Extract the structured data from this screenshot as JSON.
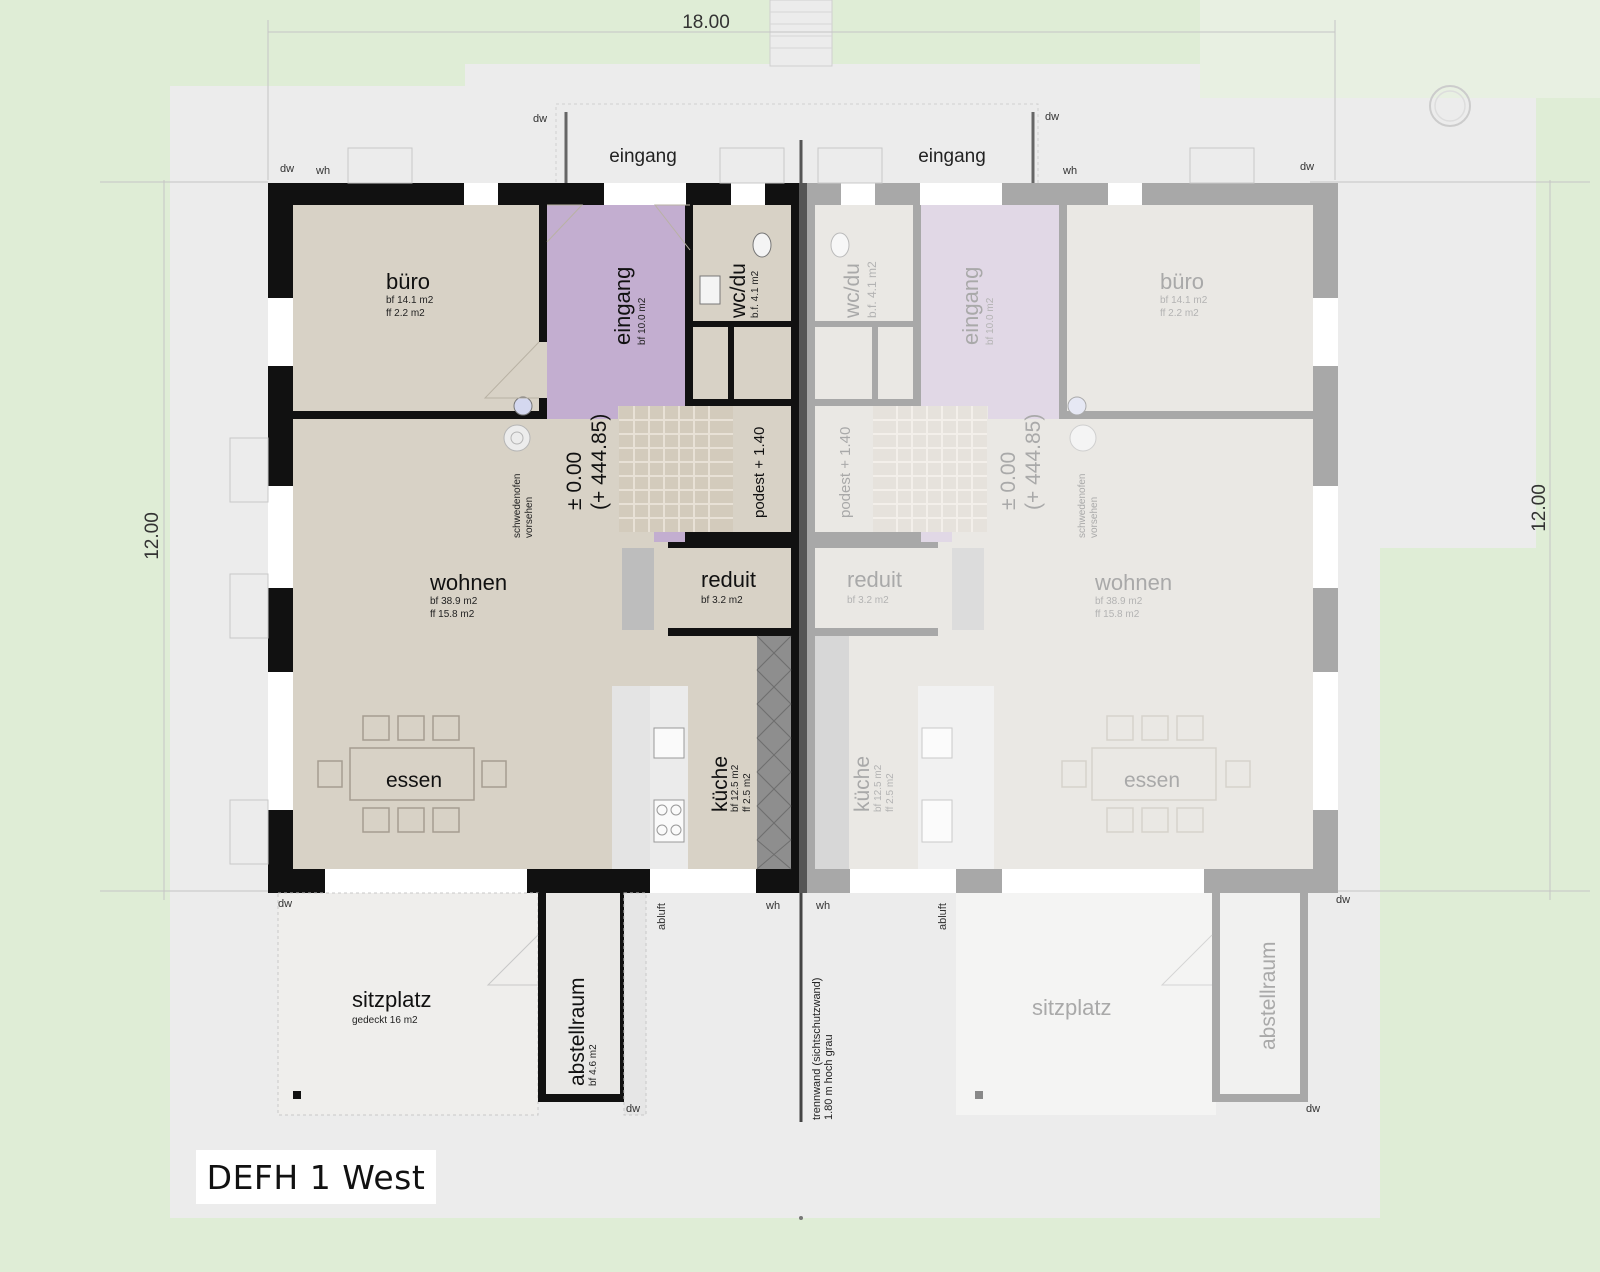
{
  "title": "DEFH 1 West",
  "colors": {
    "ground": "#dfedd6",
    "paving": "#ececec",
    "wall": "#111111",
    "wall_mirror": "#9a9a9a",
    "room_floor": "#d8d2c6",
    "entrance": "#c3aed0",
    "mirror_floor": "#eae8e4",
    "mirror_entrance": "#e1d8e6"
  },
  "dimensions": {
    "width": "18.00",
    "depth_left": "12.00",
    "depth_right": "12.00"
  },
  "rooms_west": {
    "buero": {
      "name": "büro",
      "bf": "bf  14.1 m2",
      "ff": "ff  2.2 m2"
    },
    "eingang": {
      "name": "eingang",
      "bf": "bf 10.0 m2"
    },
    "wcdu": {
      "name": "wc/du",
      "bf": "b.f. 4.1 m2"
    },
    "wohnen": {
      "name": "wohnen",
      "bf": "bf  38.9 m2",
      "ff": "ff  15.8 m2"
    },
    "reduit": {
      "name": "reduit",
      "bf": "bf  3.2 m2"
    },
    "essen": {
      "name": "essen"
    },
    "kueche": {
      "name": "küche",
      "bf": "bf 12.5 m2",
      "ff": "ff  2.5 m2"
    },
    "sitzplatz": {
      "name": "sitzplatz",
      "note": "gedeckt 16 m2"
    },
    "abstellraum": {
      "name": "abstellraum",
      "bf": "bf 4.6 m2"
    }
  },
  "rooms_east": {
    "buero": {
      "name": "büro",
      "bf": "bf  14.1 m2",
      "ff": "ff  2.2 m2"
    },
    "eingang": {
      "name": "eingang",
      "bf": "bf 10.0 m2"
    },
    "wcdu": {
      "name": "wc/du",
      "bf": "b.f. 4.1 m2"
    },
    "wohnen": {
      "name": "wohnen",
      "bf": "bf  38.9 m2",
      "ff": "ff  15.8 m2"
    },
    "reduit": {
      "name": "reduit",
      "bf": "bf  3.2 m2"
    },
    "essen": {
      "name": "essen"
    },
    "kueche": {
      "name": "küche",
      "bf": "bf 12.5 m2",
      "ff": "ff  2.5 m2"
    },
    "sitzplatz": {
      "name": "sitzplatz"
    },
    "abstellraum": {
      "name": "abstellraum"
    }
  },
  "levels": {
    "main": "± 0.00",
    "abs": "(+ 444.85)",
    "podest": "podest + 1.40"
  },
  "notes": {
    "ofen_1": "schwedenofen",
    "ofen_2": "vorsehen",
    "trennwand_1": "trennwand (sichtschutzwand)",
    "trennwand_2": "1.80 m hoch grau"
  },
  "entrance_labels": {
    "west": "eingang",
    "east": "eingang"
  },
  "tags": {
    "dw": "dw",
    "wh": "wh",
    "abluft": "abluft"
  }
}
